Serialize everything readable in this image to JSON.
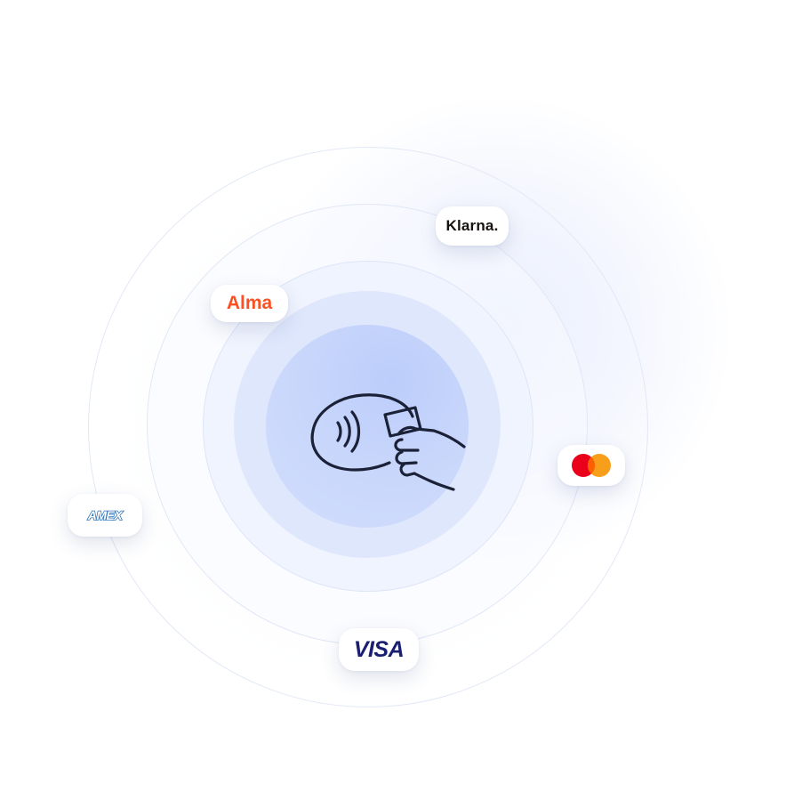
{
  "badges": {
    "klarna": {
      "label": "Klarna.",
      "color": "#17120f"
    },
    "alma": {
      "label": "Alma",
      "color": "#fa5022"
    },
    "amex": {
      "label": "AMEX",
      "color": "#2e77bc"
    },
    "visa": {
      "label": "VISA",
      "color": "#1a1f71"
    },
    "mastercard": {
      "left_color": "#eb001b",
      "right_color": "#f79e1b",
      "overlap_color": "#ff5f00"
    }
  },
  "icons": {
    "center": "contactless-payment-icon"
  },
  "colors": {
    "icon_stroke": "#1b2137",
    "core": "#c8d6fb",
    "ring": "#dfe7fc"
  }
}
